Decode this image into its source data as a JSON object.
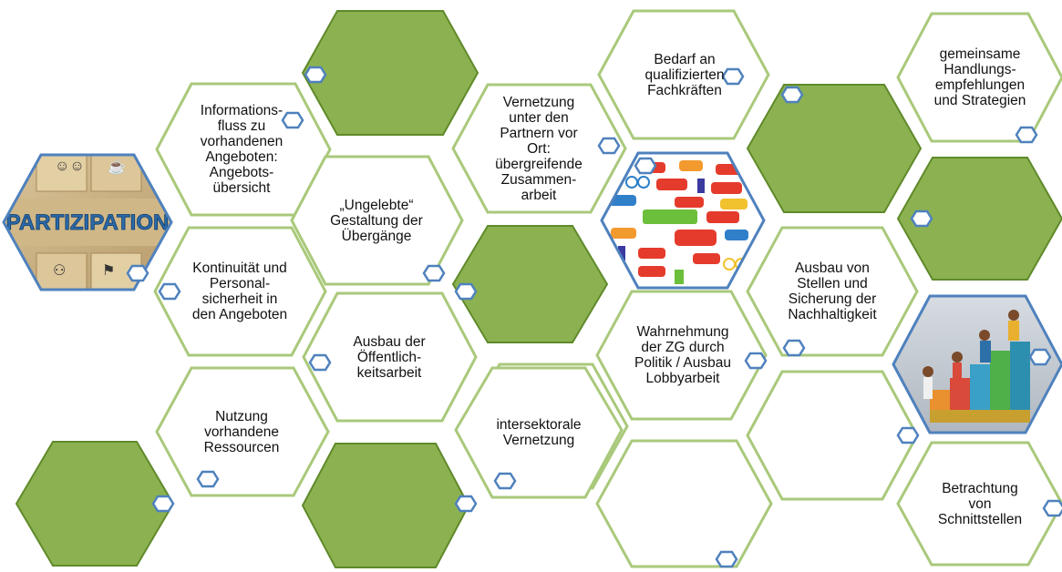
{
  "colors": {
    "green_fill": "#8cb151",
    "green_border": "#5f8a2a",
    "outline_green": "#a9c97b",
    "marker_blue": "#4f81bd",
    "image_border": "#4f81bd"
  },
  "hexagons": {
    "partizipation_image": {
      "label": "PARTIZIPATION",
      "kind": "image"
    },
    "informationsfluss": {
      "text": "Informations-\nfluss zu\nvorhandenen\nAngeboten:\nAngebots-\nübersicht"
    },
    "ungelebte_gestaltung": {
      "text": "„Ungelebte“\nGestaltung der\nÜbergänge"
    },
    "kontinuitaet": {
      "text": "Kontinuität und\nPersonal-\nsicherheit in\nden Angeboten"
    },
    "oeffentlichkeitsarbeit": {
      "text": "Ausbau der\nÖffentlich-\nkeitsarbeit"
    },
    "nutzung_ressourcen": {
      "text": "Nutzung\nvorhandene\nRessourcen"
    },
    "vernetzung_partner": {
      "text": "Vernetzung\nunter den\nPartnern vor\nOrt:\nübergreifende\nZusammen-\narbeit"
    },
    "intersektorale": {
      "text": "intersektorale\nVernetzung"
    },
    "bedarf_fachkraefte": {
      "text": "Bedarf an\nqualifizierten\nFachkräften"
    },
    "traffic_image": {
      "kind": "image",
      "icon": "traffic-pattern-icon"
    },
    "wahrnehmung_politik": {
      "text": "Wahrnehmung\nder ZG durch\nPolitik / Ausbau\nLobbyarbeit"
    },
    "handlungsempfehlungen": {
      "text": "gemeinsame\nHandlungs-\nempfehlungen\nund Strategien"
    },
    "ausbau_stellen": {
      "text": "Ausbau von\nStellen und\nSicherung der\nNachhaltigkeit"
    },
    "children_image": {
      "kind": "image",
      "icon": "children-on-blocks-icon"
    },
    "schnittstellen": {
      "text": "Betrachtung\nvon\nSchnittstellen"
    }
  }
}
